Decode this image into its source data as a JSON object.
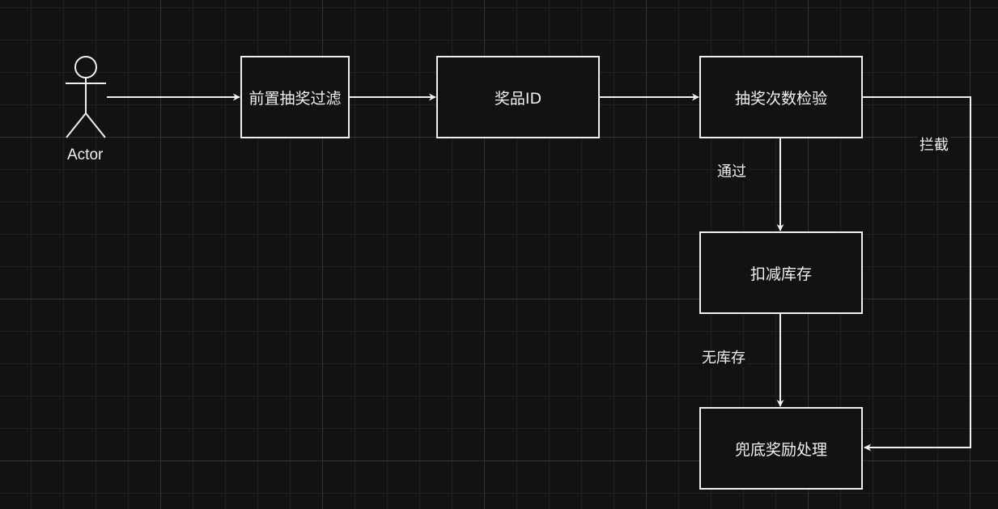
{
  "actor": {
    "label": "Actor"
  },
  "nodes": {
    "pre_filter": "前置抽奖过滤",
    "prize_id": "奖品ID",
    "count_check": "抽奖次数检验",
    "deduct_stock": "扣减库存",
    "fallback": "兜底奖励处理"
  },
  "edges": {
    "pass": "通过",
    "intercept": "拦截",
    "no_stock": "无库存"
  },
  "colors": {
    "background": "#121212",
    "stroke": "#f0f0f0",
    "grid_major": "#333333",
    "grid_minor": "#222222"
  }
}
